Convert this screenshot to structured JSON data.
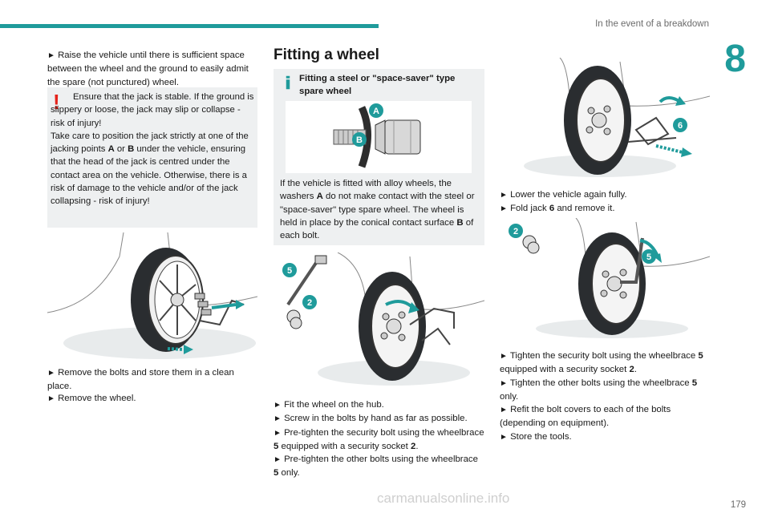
{
  "header": {
    "section_title": "In the event of a breakdown",
    "chapter_number": "8",
    "accent_color": "#1f9b9b"
  },
  "col1": {
    "p1": "Raise the vehicle until there is sufficient space between the wheel and the ground to easily admit the spare (not punctured) wheel.",
    "warning": {
      "line1": "Ensure that the jack is stable. If the ground is slippery or loose, the jack may slip or collapse - risk of injury!",
      "line2_pre": "Take care to position the jack strictly at one of the jacking points ",
      "point_a": "A",
      "or_text": " or ",
      "point_b": "B",
      "line2_post": " under the vehicle, ensuring that the head of the jack is centred under the contact area on the vehicle. Otherwise, there is a risk of damage to the vehicle and/or of the jack collapsing - risk of injury!"
    },
    "p2": "Remove the bolts and store them in a clean place.",
    "p3": "Remove the wheel."
  },
  "col2": {
    "heading": "Fitting a wheel",
    "info_title": "Fitting a steel or \"space-saver\" type spare wheel",
    "callout_a": "A",
    "callout_b": "B",
    "info_text_1": "If the vehicle is fitted with alloy wheels, the washers ",
    "info_a": "A",
    "info_text_2": " do not make contact with the steel or \"space-saver\" type spare wheel. The wheel is held in place by the conical contact surface ",
    "info_b": "B",
    "info_text_3": " of each bolt.",
    "badge_5": "5",
    "badge_2": "2",
    "s1": "Fit the wheel on the hub.",
    "s2": "Screw in the bolts by hand as far as possible.",
    "s3_pre": "Pre-tighten the security bolt using the wheelbrace ",
    "s3_5": "5",
    "s3_mid": " equipped with a security socket ",
    "s3_2": "2",
    "s3_post": ".",
    "s4_pre": "Pre-tighten the other bolts using the wheelbrace ",
    "s4_5": "5",
    "s4_post": " only."
  },
  "col3": {
    "badge_6": "6",
    "l1": "Lower the vehicle again fully.",
    "l2_pre": "Fold jack ",
    "l2_6": "6",
    "l2_post": " and remove it.",
    "badge_2": "2",
    "badge_5": "5",
    "t1_pre": "Tighten the security bolt using the wheelbrace ",
    "t1_5": "5",
    "t1_mid": " equipped with a security socket ",
    "t1_2": "2",
    "t1_post": ".",
    "t2_pre": "Tighten the other bolts using the wheelbrace ",
    "t2_5": "5",
    "t2_post": " only.",
    "t3": "Refit the bolt covers to each of the bolts (depending on equipment).",
    "t4": "Store the tools."
  },
  "footer": {
    "page_number": "179",
    "watermark": "carmanualsonline.info"
  },
  "bullet": "►"
}
